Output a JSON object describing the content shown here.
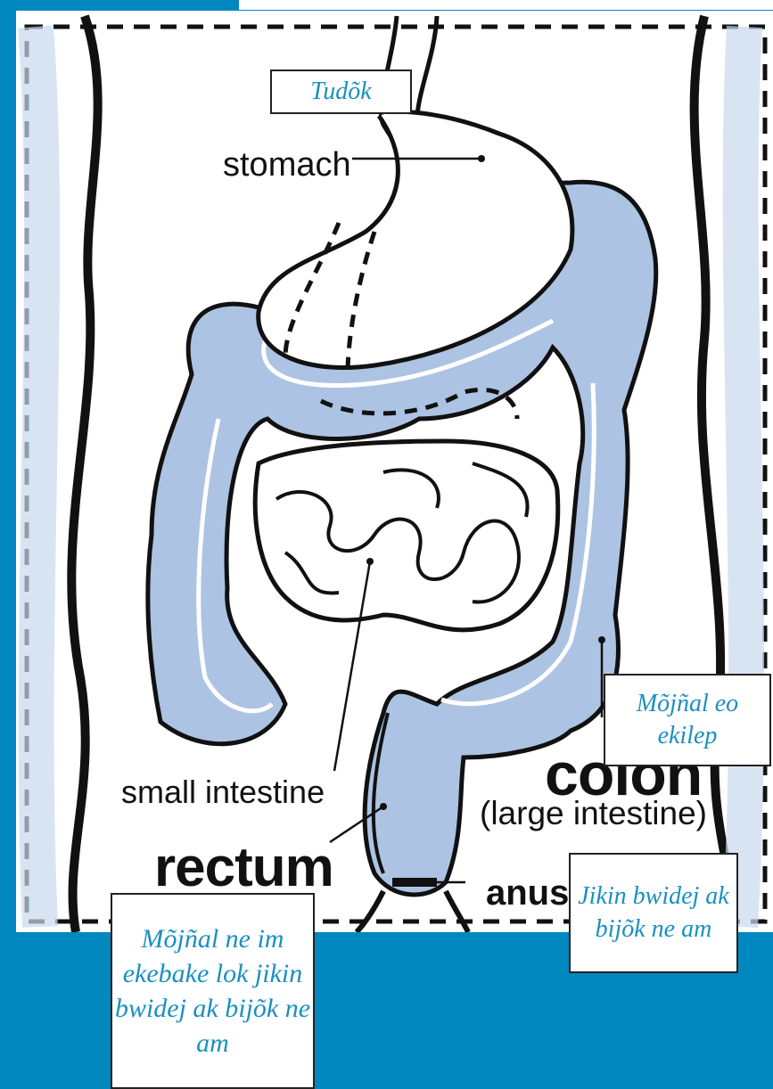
{
  "labels": {
    "stomach": "stomach",
    "small_intestine": "small intestine",
    "rectum": "rectum",
    "colon": "colon",
    "large_intestine": "(large intestine)",
    "anus": "anus"
  },
  "callouts": {
    "tudok": "Tudõk",
    "colon_translation": "Mõjñal eo ekilep",
    "anus_translation": "Jikin bwidej ak bijõk ne am",
    "rectum_translation": "Mõjñal ne im ekebake lok jikin bwidej ak bijõk ne am"
  },
  "colors": {
    "frame": "#0088bf",
    "intestine_fill": "#adc3e3",
    "callout_text": "#1a8fc0",
    "outline": "#111111"
  }
}
